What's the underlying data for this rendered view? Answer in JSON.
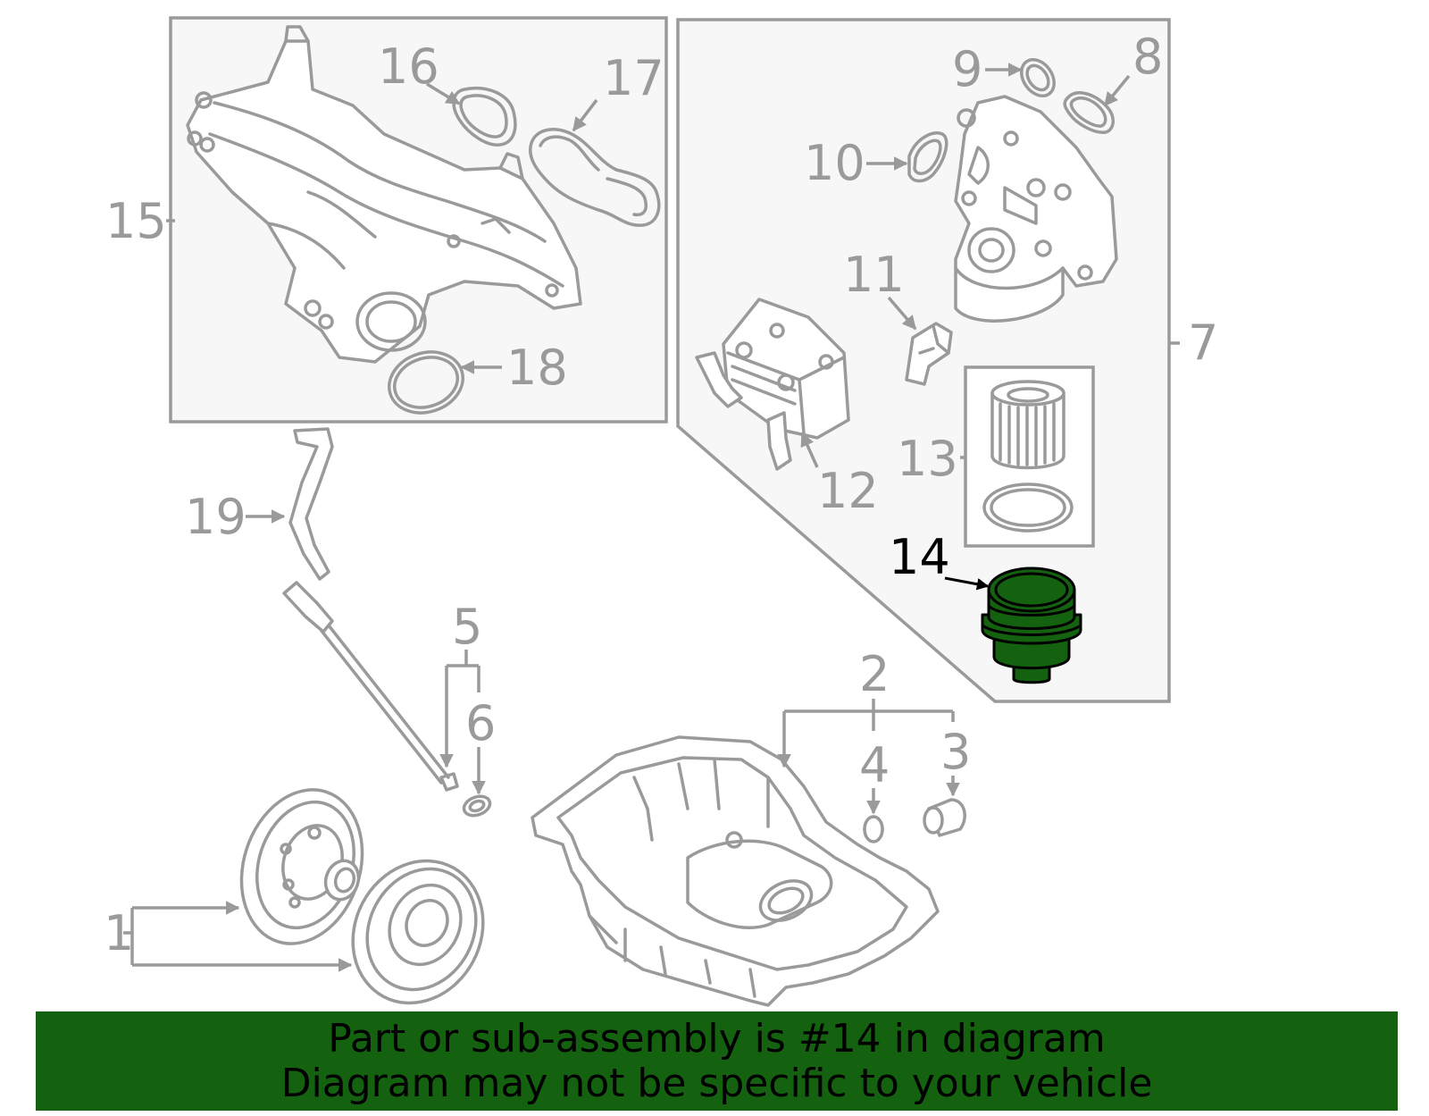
{
  "labels": {
    "p1": "1",
    "p2": "2",
    "p3": "3",
    "p4": "4",
    "p5": "5",
    "p6": "6",
    "p7": "7",
    "p8": "8",
    "p9": "9",
    "p10": "10",
    "p11": "11",
    "p12": "12",
    "p13": "13",
    "p14": "14",
    "p15": "15",
    "p16": "16",
    "p17": "17",
    "p18": "18",
    "p19": "19"
  },
  "banner": {
    "line1": "Part or sub-assembly is #14 in diagram",
    "line2": "Diagram may not be specific to your vehicle"
  },
  "highlighted_part": "14",
  "colors": {
    "highlight": "#14610f",
    "line_art": "#9a9a9a",
    "panel_fill": "#f7f7f7"
  }
}
